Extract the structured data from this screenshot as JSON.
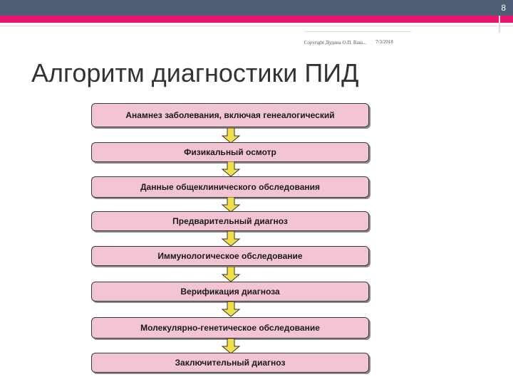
{
  "slide_number": "8",
  "header": {
    "copyright": "Copyright Дудина О.П. Ваш...",
    "date": "7/3/2018"
  },
  "title": "Алгоритм диагностики ПИД",
  "flow_steps": [
    "Анамнез заболевания, включая генеалогический",
    "Физикальный осмотр",
    "Данные общеклинического обследования",
    "Предварительный диагноз",
    "Иммунологическое обследование",
    "Верификация диагноза",
    "Молекулярно-генетическое обследование",
    "Заключительный диагноз"
  ],
  "colors": {
    "top_bar": "#4d5d73",
    "accent_bar": "#e8156d",
    "step_fill": "#f2c4d4",
    "arrow_fill": "#f0df4a"
  }
}
